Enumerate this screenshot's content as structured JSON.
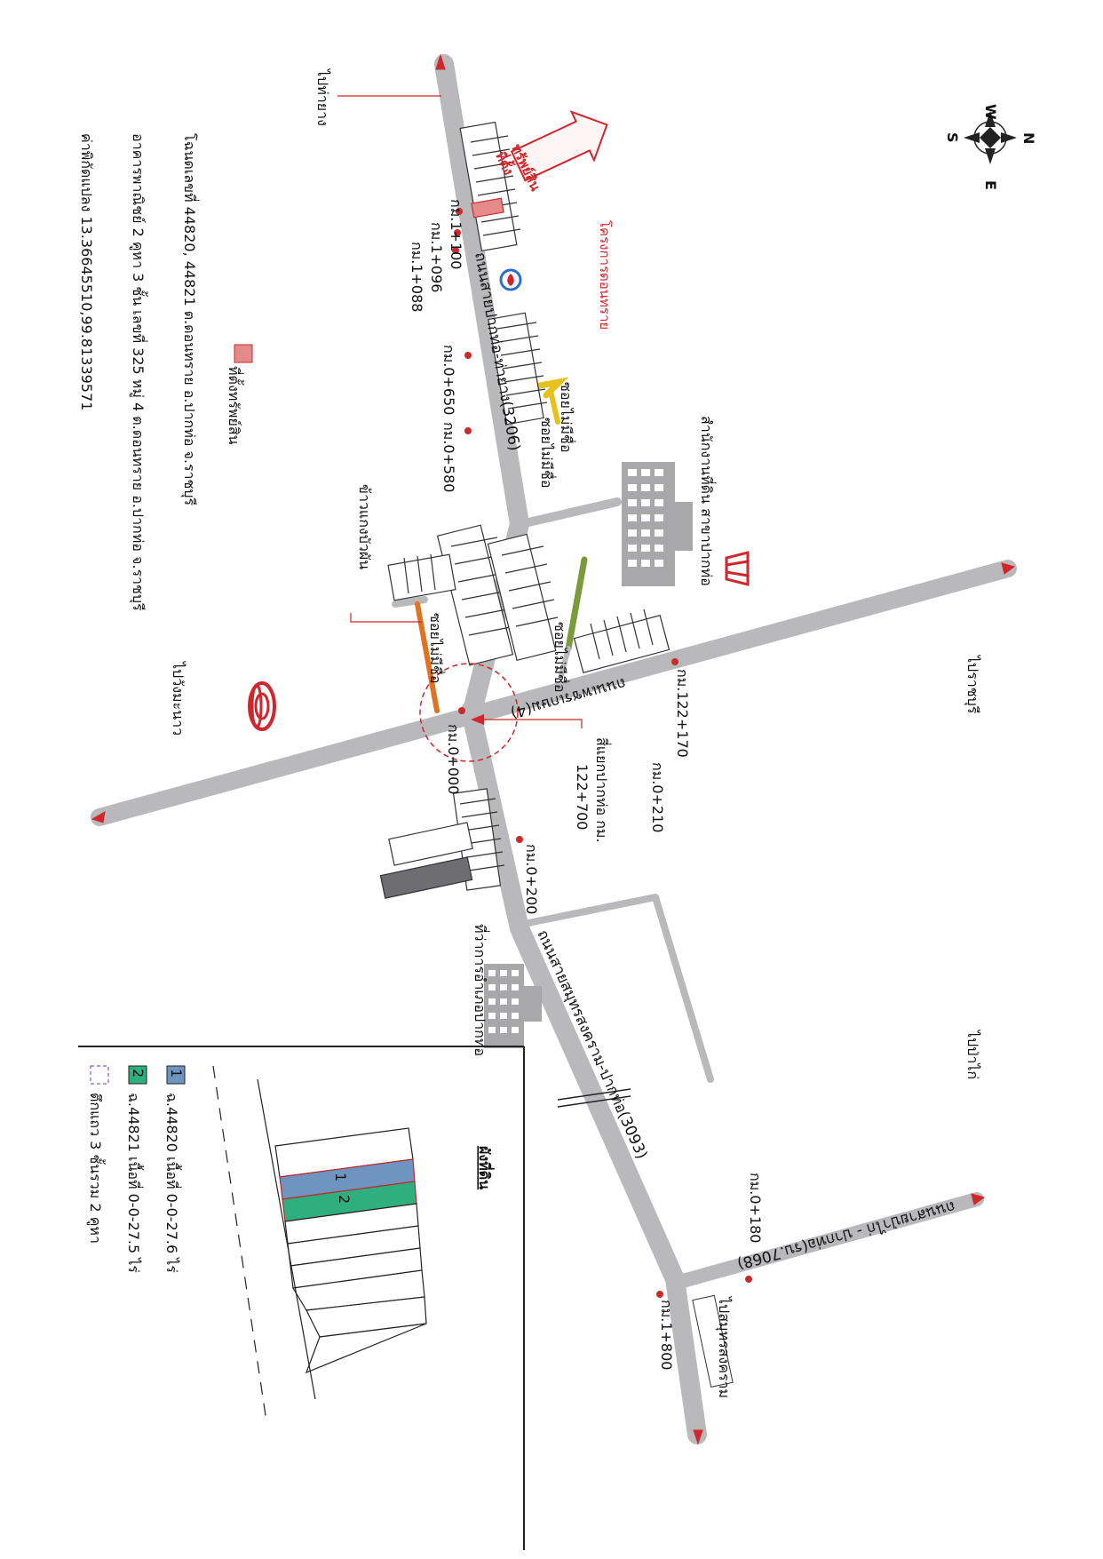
{
  "compass": {
    "north": "N",
    "south": "S",
    "east": "E",
    "west": "W"
  },
  "destinations": {
    "pak_tho_top": "ไปท่ายาง",
    "ratchaburi": "ไปราชบุรี",
    "wang_manao": "ไปวังมะนาว",
    "pa_kai": "ไปป่าไก่",
    "samut_songkhram": "ไปสมุทรสงคราม"
  },
  "roads": {
    "road_3206": "ถนนสายปากท่อ-ท่ายาง(3206)",
    "road_4": "ถนนเพชรเกษม(4)",
    "road_3093": "ถนนสายสมุทรสงคราม-ปากท่อ(3093)",
    "road_7068": "ถนนสายป่าไก่ - ปากท่อ(รบ.7068)",
    "soi_mairak": "ซอยไม่มีชื่อ",
    "soi_mairak2": "ซอยไม่มีชื่อ",
    "soi_3": "ซอยไม่มีชื่อ",
    "soi_4": "ซอยไม่มีชื่อ"
  },
  "km_markers": {
    "km_1_100": "กม.1+100",
    "km_1_096": "กม.1+096",
    "km_1_088": "กม.1+088",
    "km_0_650": "กม.0+650",
    "km_0_580": "กม.0+580",
    "km_0_000": "กม.0+000",
    "km_122_170": "กม.122+170",
    "km_0_210": "กม.0+210",
    "km_0_200": "กม.0+200",
    "km_0_180": "กม.0+180",
    "km_1_800": "กม.1+800"
  },
  "places": {
    "project": "โครงการดอนทราย",
    "land_office": "สำนักงานที่ดิน สาขาปากท่อ",
    "district_office": "ที่ว่าการอำเภอปากท่อ",
    "market": "ข้าวแกงบัวผัน",
    "junction_line1": "สี่แยกปากท่อ กม.",
    "junction_line2": "122+700",
    "asset_tag_line1": "ทรัพย์สิน",
    "asset_tag_line2": "ที่ตั้ง"
  },
  "info_lines": {
    "deed": "โฉนดเลขที่ 44820, 44821 ต.ดอนทราย อ.ปากท่อ จ.ราชบุรี",
    "building": "อาคารพาณิชย์ 2 คูหา 3 ชั้น เลขที่ 325 หมู่ 4 ต.ดอนทราย อ.ปากท่อ จ.ราชบุรี",
    "coords": "ค่าพิกัดแปลง 13.36645510,99.81339571",
    "asset_legend": "ที่ตั้งทรัพย์สิน"
  },
  "plot_legend": {
    "title": "ผังที่ดิน",
    "item1_num": "1",
    "item1_text": "ฉ.44820 เนื้อที่ 0-0-27.6 ไร่",
    "item2_num": "2",
    "item2_text": "ฉ.44821 เนื้อที่ 0-0-27.5 ไร่",
    "item3_text": "ตึกแถว 3 ชั้นรวม 2 คูหา",
    "lot1": "1",
    "lot2": "2"
  },
  "colors": {
    "road": "#b9b9bb",
    "marker": "#d0262c",
    "lot1": "#6f94bf",
    "lot2": "#2fae7e",
    "soi_yellow": "#e7c21c",
    "soi_orange": "#e0731f",
    "soi_green": "#7a9b3a",
    "asset_pink": "#e48a8a"
  }
}
